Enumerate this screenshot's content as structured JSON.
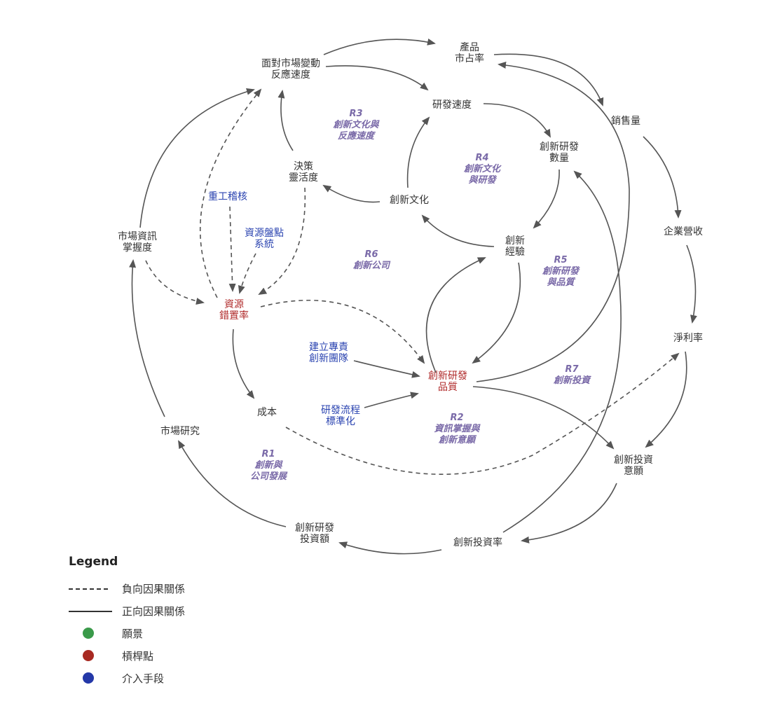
{
  "nodes": {
    "market_share": {
      "line1": "產品",
      "line2": "市占率"
    },
    "response_speed": {
      "line1": "面對市場變動",
      "line2": "反應速度"
    },
    "rd_speed": {
      "line1": "研發速度",
      "line2": ""
    },
    "sales_volume": {
      "line1": "銷售量",
      "line2": ""
    },
    "innov_rd_count": {
      "line1": "創新研發",
      "line2": "數量"
    },
    "decision_flex": {
      "line1": "決策",
      "line2": "靈活度"
    },
    "innov_culture": {
      "line1": "創新文化",
      "line2": ""
    },
    "revenue": {
      "line1": "企業營收",
      "line2": ""
    },
    "market_info": {
      "line1": "市場資訊",
      "line2": "掌握度"
    },
    "innov_experience": {
      "line1": "創新",
      "line2": "經驗"
    },
    "resource_misallocation": {
      "line1": "資源",
      "line2": "錯置率"
    },
    "net_margin": {
      "line1": "淨利率",
      "line2": ""
    },
    "innov_rd_quality": {
      "line1": "創新研發",
      "line2": "品質"
    },
    "cost": {
      "line1": "成本",
      "line2": ""
    },
    "market_research": {
      "line1": "市場研究",
      "line2": ""
    },
    "innov_invest_will": {
      "line1": "創新投資",
      "line2": "意願"
    },
    "rd_invest_amount": {
      "line1": "創新研發",
      "line2": "投資額"
    },
    "innov_invest_rate": {
      "line1": "創新投資率",
      "line2": ""
    }
  },
  "interventions": {
    "heavy_audit": {
      "line1": "重工稽核",
      "line2": ""
    },
    "resource_inventory": {
      "line1": "資源盤點",
      "line2": "系統"
    },
    "dedicated_team": {
      "line1": "建立專責",
      "line2": "創新團隊"
    },
    "rd_process": {
      "line1": "研發流程",
      "line2": "標準化"
    }
  },
  "loops": {
    "r1": {
      "id": "R1",
      "l1": "創新與",
      "l2": "公司發展"
    },
    "r2": {
      "id": "R2",
      "l1": "資訊掌握與",
      "l2": "創新意願"
    },
    "r3": {
      "id": "R3",
      "l1": "創新文化與",
      "l2": "反應速度"
    },
    "r4": {
      "id": "R4",
      "l1": "創新文化",
      "l2": "與研發"
    },
    "r5": {
      "id": "R5",
      "l1": "創新研發",
      "l2": "與品質"
    },
    "r6": {
      "id": "R6",
      "l1": "創新公司",
      "l2": ""
    },
    "r7": {
      "id": "R7",
      "l1": "創新投資",
      "l2": ""
    }
  },
  "legend": {
    "title": "Legend",
    "negative": "負向因果關係",
    "positive": "正向因果關係",
    "vision": "願景",
    "leverage": "槓桿點",
    "intervention": "介入手段"
  },
  "colors": {
    "leverage": "#b02a2a",
    "intervention": "#2a43b0",
    "vision": "#3a9a4a",
    "loop_label": "#7a6aa8",
    "arrow": "#555555"
  }
}
